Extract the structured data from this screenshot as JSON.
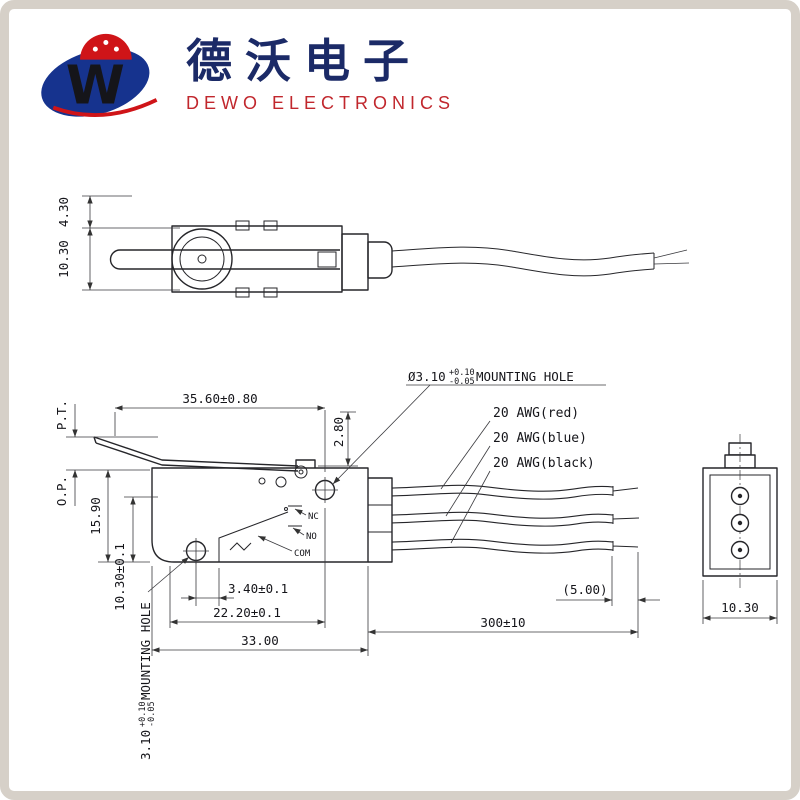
{
  "brand": {
    "logo_letter": "W",
    "chinese_name": "德沃电子",
    "english_name": "DEWO ELECTRONICS"
  },
  "top_view": {
    "dim_lever_height": "4.30",
    "dim_body_height": "10.30"
  },
  "main_view": {
    "mounting_hole_note": {
      "prefix": "Ø3.10",
      "tol_plus": "+0.10",
      "tol_minus": "-0.05",
      "suffix": "MOUNTING HOLE"
    },
    "dim_lever_to_hole": "35.60±0.80",
    "dim_pivot_offset": "2.80",
    "label_pretravel": "P.T.",
    "label_operating_position": "O.P.",
    "dim_op_height": "15.90",
    "wires": [
      {
        "label": "20 AWG(red)"
      },
      {
        "label": "20 AWG(blue)"
      },
      {
        "label": "20 AWG(black)"
      }
    ],
    "terminals": [
      {
        "label": "NC"
      },
      {
        "label": "NO"
      },
      {
        "label": "COM"
      }
    ],
    "dim_hole_to_terminal": "3.40±0.1",
    "dim_hole_span": "22.20±0.1",
    "dim_body_length": "33.00",
    "dim_hole_height": "10.30±0.1",
    "mounting_hole_note_vertical": {
      "prefix": "3.10",
      "tol_plus": "+0.10",
      "tol_minus": "-0.05",
      "suffix": "MOUNTING HOLE"
    },
    "dim_wire_length": "300±10",
    "dim_strip_length": "(5.00)"
  },
  "end_view": {
    "dim_width": "10.30"
  }
}
